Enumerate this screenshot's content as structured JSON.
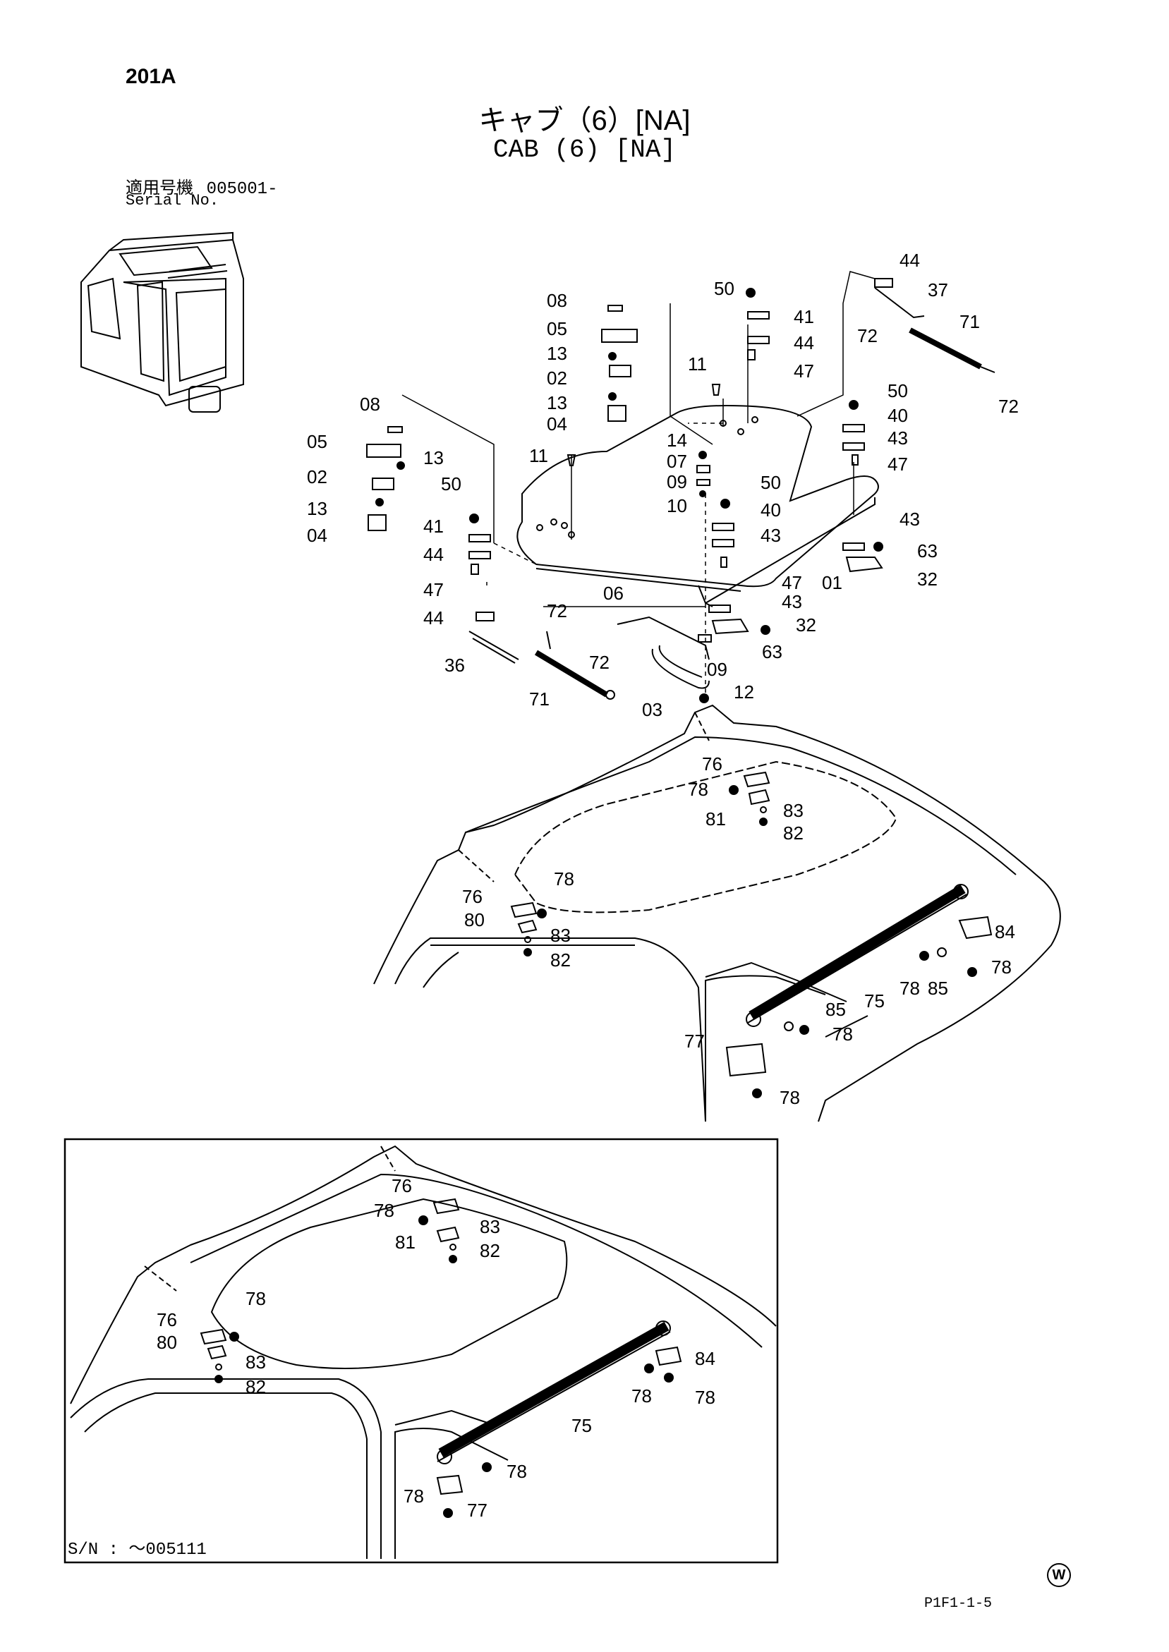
{
  "header": {
    "page_no": "201A",
    "title_jp": "キャブ（6）[NA]",
    "title_en": "CAB (6) [NA]",
    "serial_label_jp": "適用号機",
    "serial_value": "005001-",
    "serial_label_en": "Serial No."
  },
  "inset": {
    "serial_note": "S/N :  ～005111"
  },
  "footer": {
    "maker_mark": "W",
    "figure_ref": "P1F1-1-5"
  },
  "colors": {
    "ink": "#000000",
    "paper": "#ffffff"
  },
  "labels": [
    {
      "text": "44",
      "id": "l1"
    },
    {
      "text": "37",
      "id": "l2"
    },
    {
      "text": "71",
      "id": "l3"
    },
    {
      "text": "72",
      "id": "l4"
    },
    {
      "text": "72",
      "id": "l5"
    },
    {
      "text": "50",
      "id": "l6"
    },
    {
      "text": "41",
      "id": "l7"
    },
    {
      "text": "44",
      "id": "l8"
    },
    {
      "text": "47",
      "id": "l9"
    },
    {
      "text": "08",
      "id": "l10"
    },
    {
      "text": "05",
      "id": "l11"
    },
    {
      "text": "13",
      "id": "l12"
    },
    {
      "text": "02",
      "id": "l13"
    },
    {
      "text": "13",
      "id": "l14"
    },
    {
      "text": "04",
      "id": "l15"
    },
    {
      "text": "11",
      "id": "l16"
    },
    {
      "text": "50",
      "id": "l17"
    },
    {
      "text": "40",
      "id": "l18"
    },
    {
      "text": "43",
      "id": "l19"
    },
    {
      "text": "47",
      "id": "l20"
    },
    {
      "text": "08",
      "id": "l21"
    },
    {
      "text": "05",
      "id": "l22"
    },
    {
      "text": "13",
      "id": "l23"
    },
    {
      "text": "02",
      "id": "l24"
    },
    {
      "text": "13",
      "id": "l25"
    },
    {
      "text": "04",
      "id": "l26"
    },
    {
      "text": "11",
      "id": "l27"
    },
    {
      "text": "14",
      "id": "l28"
    },
    {
      "text": "07",
      "id": "l29"
    },
    {
      "text": "09",
      "id": "l30"
    },
    {
      "text": "10",
      "id": "l31"
    },
    {
      "text": "50",
      "id": "l32"
    },
    {
      "text": "40",
      "id": "l33"
    },
    {
      "text": "43",
      "id": "l34"
    },
    {
      "text": "47",
      "id": "l35"
    },
    {
      "text": "01",
      "id": "l36"
    },
    {
      "text": "43",
      "id": "l37"
    },
    {
      "text": "63",
      "id": "l38"
    },
    {
      "text": "32",
      "id": "l39"
    },
    {
      "text": "50",
      "id": "l40"
    },
    {
      "text": "41",
      "id": "l41"
    },
    {
      "text": "44",
      "id": "l42"
    },
    {
      "text": "47",
      "id": "l43"
    },
    {
      "text": "44",
      "id": "l44"
    },
    {
      "text": "72",
      "id": "l45"
    },
    {
      "text": "06",
      "id": "l46"
    },
    {
      "text": "43",
      "id": "l47"
    },
    {
      "text": "32",
      "id": "l48"
    },
    {
      "text": "63",
      "id": "l49"
    },
    {
      "text": "36",
      "id": "l50"
    },
    {
      "text": "72",
      "id": "l51"
    },
    {
      "text": "09",
      "id": "l52"
    },
    {
      "text": "71",
      "id": "l53"
    },
    {
      "text": "03",
      "id": "l54"
    },
    {
      "text": "12",
      "id": "l55"
    },
    {
      "text": "76",
      "id": "l56"
    },
    {
      "text": "78",
      "id": "l57"
    },
    {
      "text": "83",
      "id": "l58"
    },
    {
      "text": "81",
      "id": "l59"
    },
    {
      "text": "82",
      "id": "l60"
    },
    {
      "text": "78",
      "id": "l61"
    },
    {
      "text": "76",
      "id": "l62"
    },
    {
      "text": "80",
      "id": "l63"
    },
    {
      "text": "83",
      "id": "l64"
    },
    {
      "text": "82",
      "id": "l65"
    },
    {
      "text": "84",
      "id": "l66"
    },
    {
      "text": "78",
      "id": "l67"
    },
    {
      "text": "78",
      "id": "l68"
    },
    {
      "text": "85",
      "id": "l69"
    },
    {
      "text": "75",
      "id": "l70"
    },
    {
      "text": "85",
      "id": "l71"
    },
    {
      "text": "78",
      "id": "l72"
    },
    {
      "text": "77",
      "id": "l73"
    },
    {
      "text": "78",
      "id": "l74"
    },
    {
      "text": "76",
      "id": "l75"
    },
    {
      "text": "78",
      "id": "l76"
    },
    {
      "text": "83",
      "id": "l77"
    },
    {
      "text": "81",
      "id": "l78"
    },
    {
      "text": "82",
      "id": "l79"
    },
    {
      "text": "78",
      "id": "l80"
    },
    {
      "text": "76",
      "id": "l81"
    },
    {
      "text": "80",
      "id": "l82"
    },
    {
      "text": "83",
      "id": "l83"
    },
    {
      "text": "82",
      "id": "l84"
    },
    {
      "text": "84",
      "id": "l85"
    },
    {
      "text": "78",
      "id": "l86"
    },
    {
      "text": "78",
      "id": "l87"
    },
    {
      "text": "75",
      "id": "l88"
    },
    {
      "text": "78",
      "id": "l89"
    },
    {
      "text": "78",
      "id": "l90"
    },
    {
      "text": "77",
      "id": "l91"
    }
  ]
}
